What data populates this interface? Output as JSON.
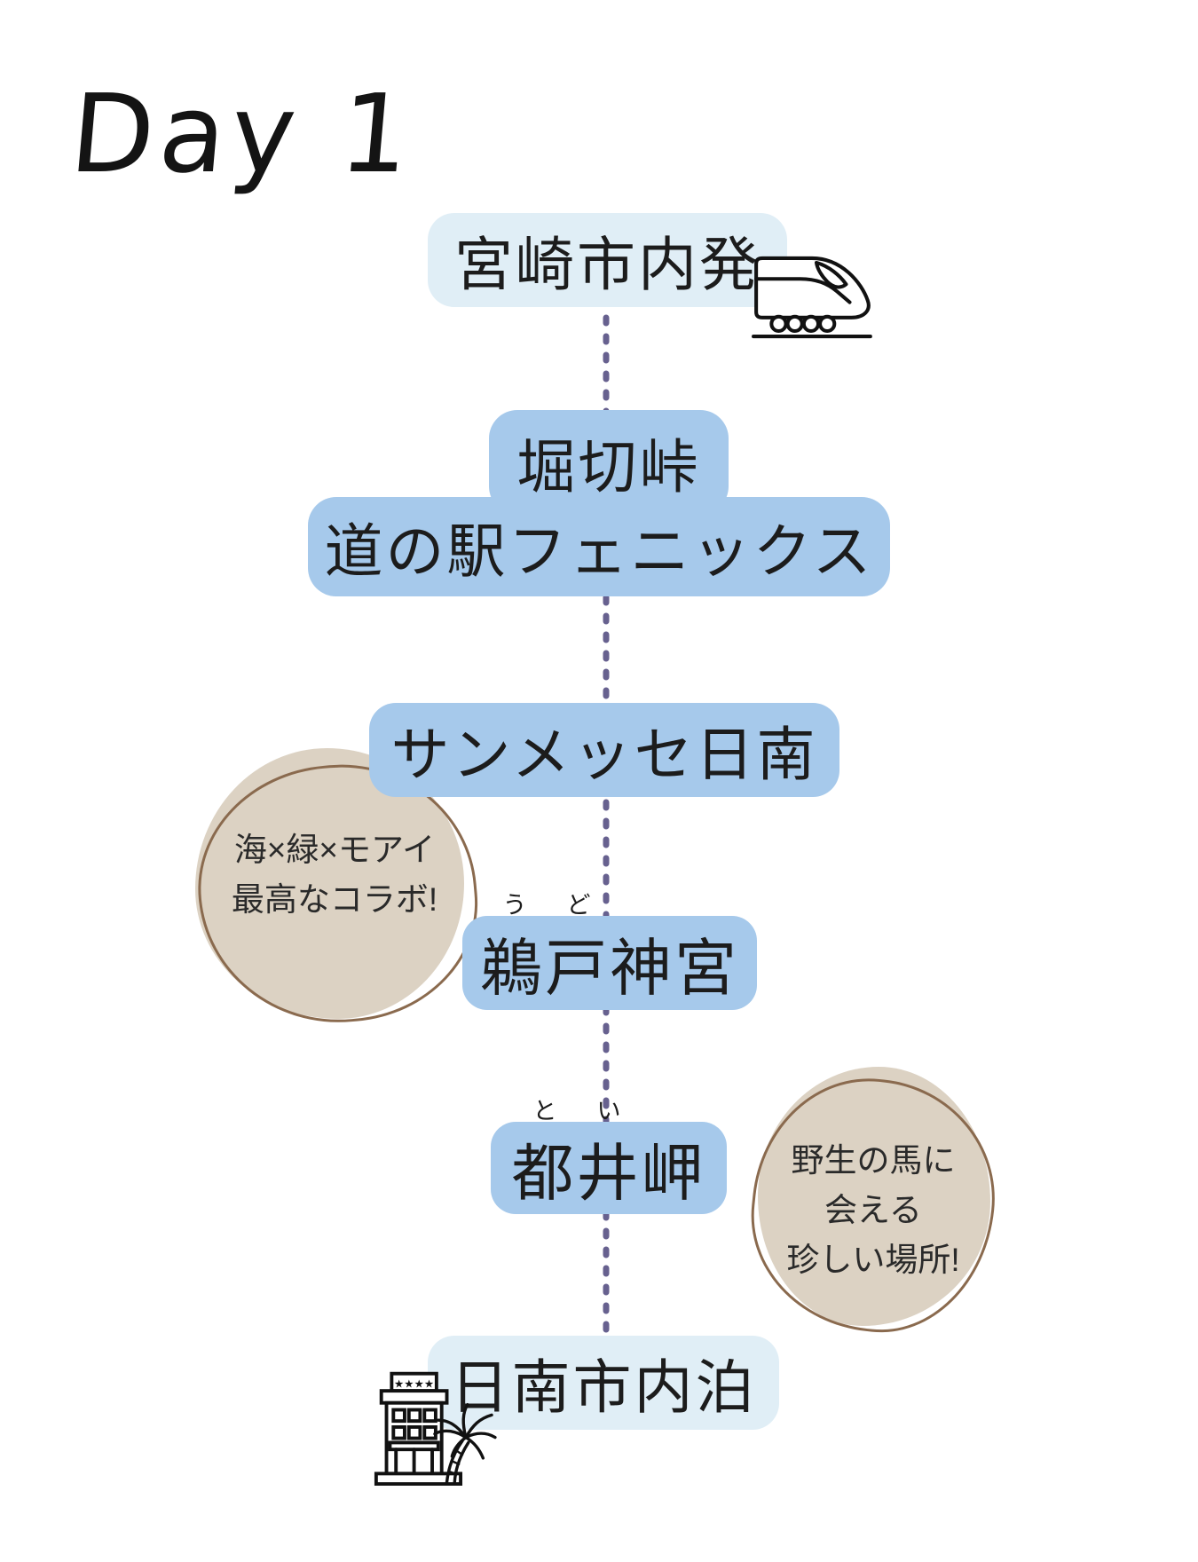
{
  "title": "Day 1",
  "stops": [
    {
      "label": "宮崎市内発"
    },
    {
      "label_top": "堀切峠",
      "label_bottom": "道の駅フェニックス"
    },
    {
      "label": "サンメッセ日南"
    },
    {
      "label": "鵜戸神宮",
      "furigana": [
        "う",
        "ど"
      ]
    },
    {
      "label": "都井岬",
      "furigana": [
        "と",
        "い"
      ]
    },
    {
      "label": "日南市内泊"
    }
  ],
  "notes": [
    {
      "lines": [
        "海×緑×モアイ",
        "最高なコラボ!"
      ]
    },
    {
      "lines": [
        "野生の馬に",
        "会える",
        "珍しい場所!"
      ]
    }
  ],
  "icons": {
    "departure": "shinkansen-train-icon",
    "stay": "hotel-with-palm-tree-icon",
    "hotel_stars": "★★★★"
  },
  "colors": {
    "stop_box": "#a6c9eb",
    "terminal_box": "#e0eef6",
    "connector_dots": "#67618f",
    "note_fill": "#dcd2c3",
    "note_outline": "#8a6a4e",
    "text": "#1c1c1c"
  }
}
